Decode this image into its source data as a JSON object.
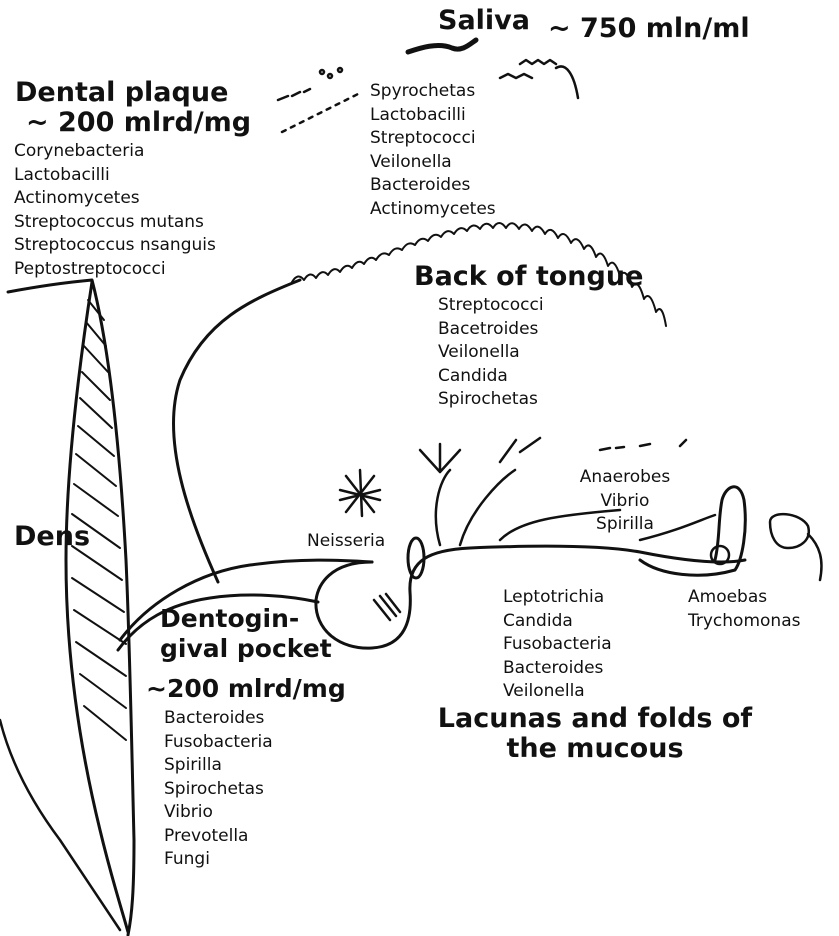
{
  "saliva": {
    "title": "Saliva",
    "count": "~ 750  mln/ml",
    "organisms": [
      "Spyrochetas",
      "Lactobacilli",
      "Streptococci",
      "Veilonella",
      "Bacteroides",
      "Actinomycetes"
    ]
  },
  "dental_plaque": {
    "title": "Dental  plaque",
    "count": "~ 200 mlrd/mg",
    "organisms": [
      "Corynebacteria",
      "Lactobacilli",
      "Actinomycetes",
      "Streptococcus mutans",
      "Streptococcus nsanguis",
      "Peptostreptococci"
    ]
  },
  "tongue": {
    "title": "Back of tongue",
    "organisms": [
      "Streptococci",
      "Bacetroides",
      "Veilonella",
      "Candida",
      "Spirochetas"
    ]
  },
  "dens": {
    "label": "Dens"
  },
  "neisseria": {
    "label": "Neisseria"
  },
  "anaerobes": {
    "lines": [
      "Anaerobes",
      "Vibrio",
      "Spirilla"
    ]
  },
  "amoebas": {
    "lines": [
      "Amoebas",
      "Trychomonas"
    ]
  },
  "pocket": {
    "title_line1": "Dentogin-",
    "title_line2": "gival pocket",
    "count": "~200 mlrd/mg",
    "organisms": [
      "Bacteroides",
      "Fusobacteria",
      "Spirilla",
      "Spirochetas",
      "Vibrio",
      "Prevotella",
      "Fungi"
    ]
  },
  "mucous": {
    "organisms": [
      "Leptotrichia",
      "Candida",
      "Fusobacteria",
      "Bacteroides",
      "Veilonella"
    ],
    "title_line1": "Lacunas and folds of",
    "title_line2": "the mucous"
  }
}
